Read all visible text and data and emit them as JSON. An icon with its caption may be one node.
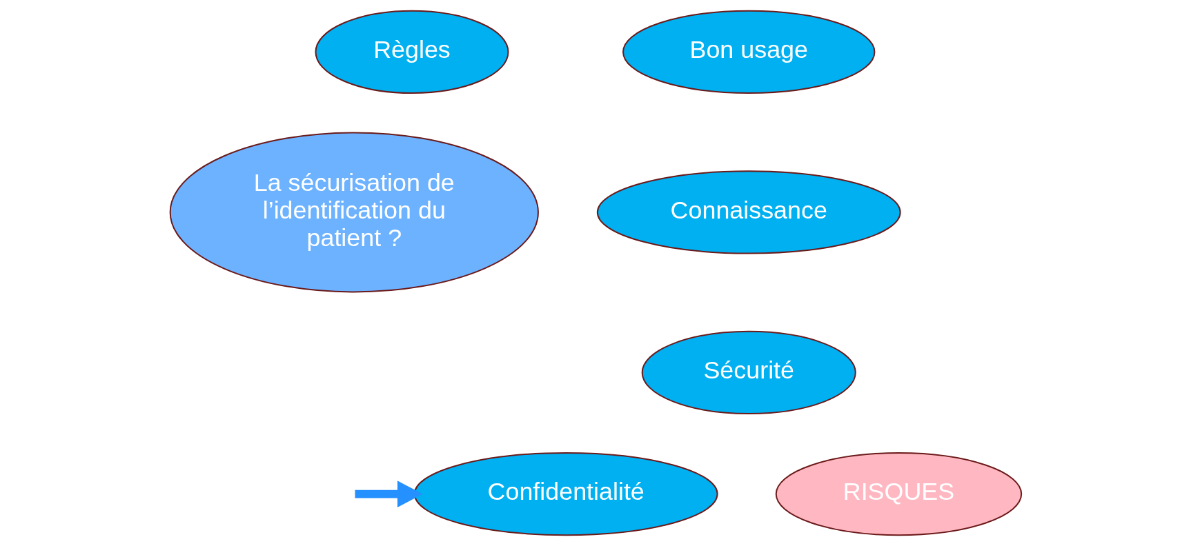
{
  "diagram": {
    "nodes": [
      {
        "text": [
          "Règles"
        ]
      },
      {
        "text": [
          "Bon usage"
        ]
      },
      {
        "text": [
          "La sécurisation de l’identification du patient ?"
        ]
      },
      {
        "text": [
          "Connaissance"
        ]
      },
      {
        "text": [
          "Sécurité"
        ]
      },
      {
        "text": [
          "Confidentialité"
        ]
      },
      {
        "text": [
          "RISQUES"
        ]
      }
    ],
    "edges": [
      {
        "from": null,
        "to": 5,
        "arrow": "to"
      }
    ]
  }
}
